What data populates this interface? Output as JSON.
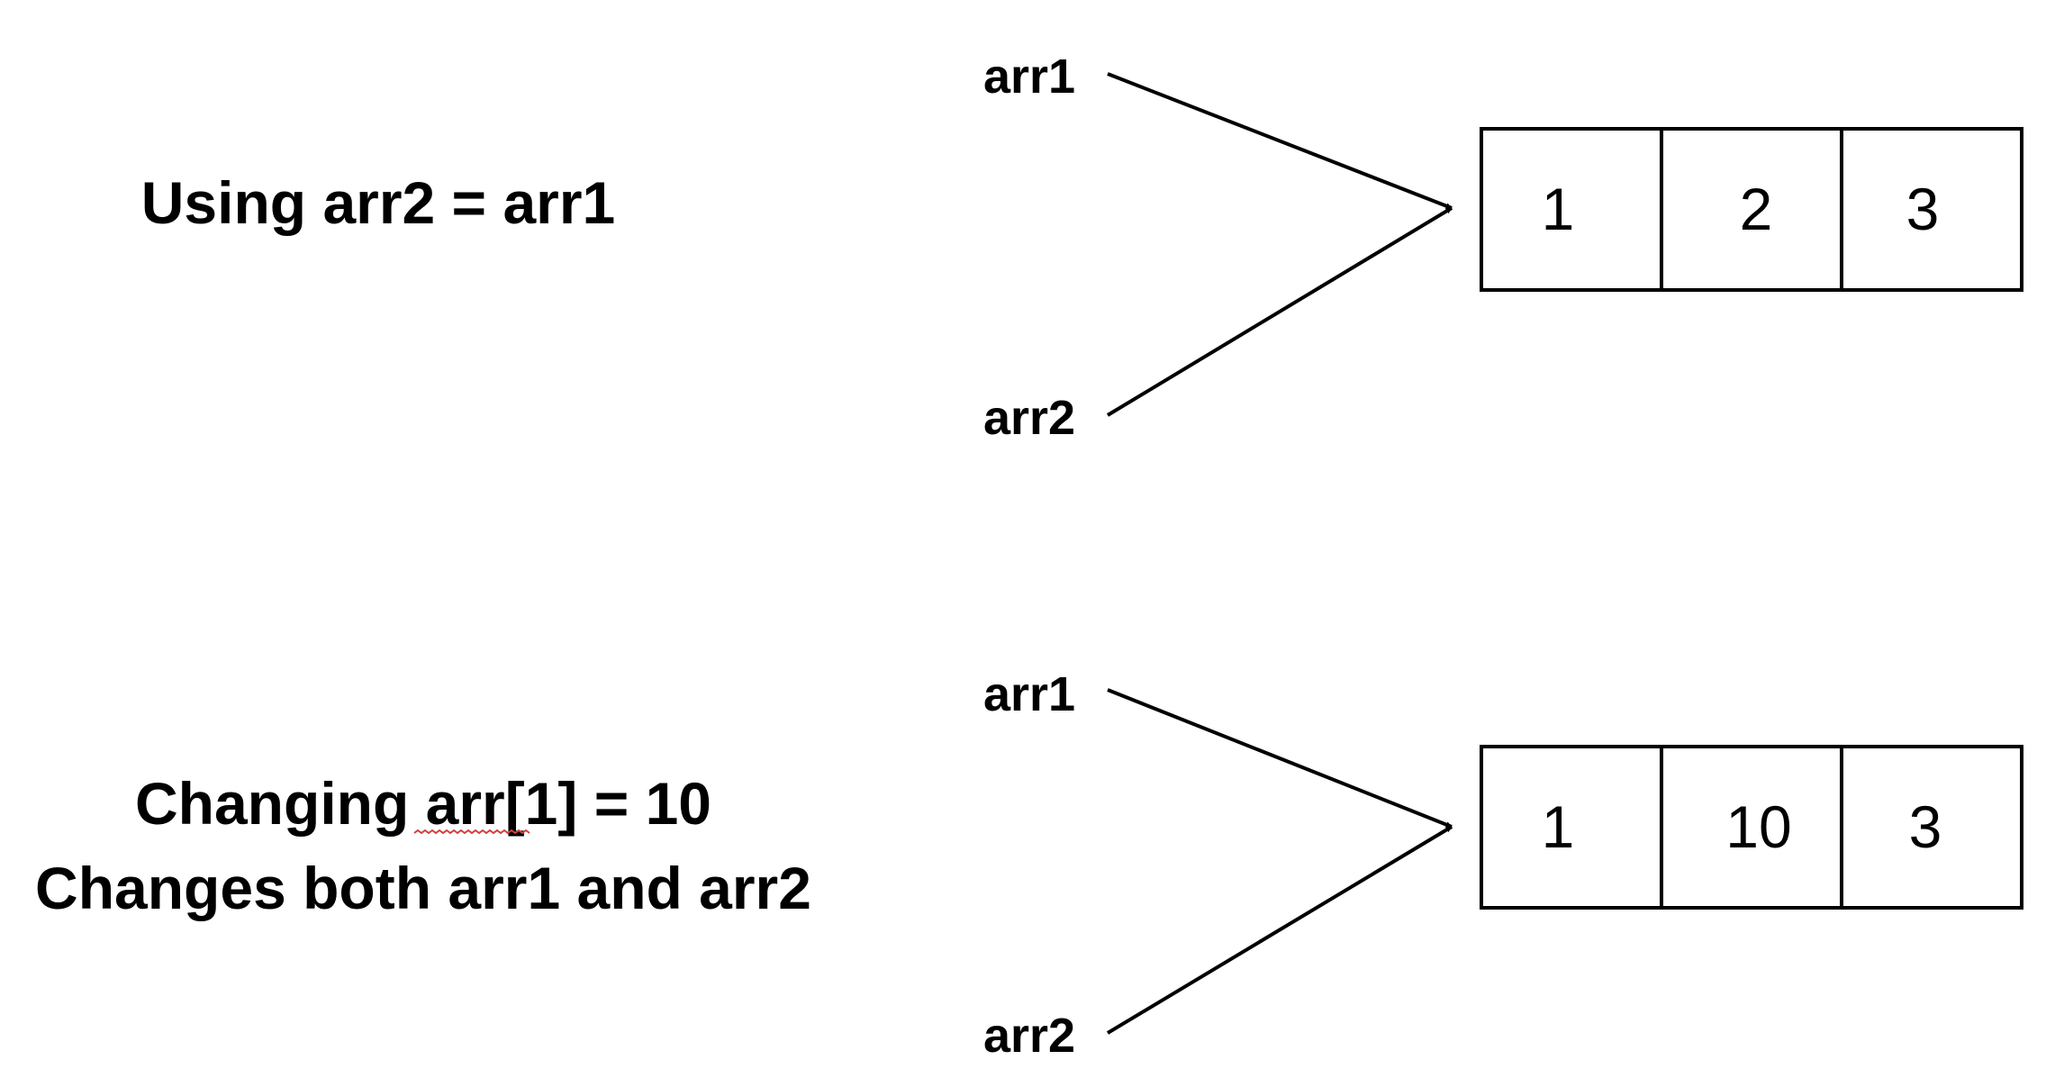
{
  "panels": [
    {
      "caption_lines": [
        "Using arr2 = arr1"
      ],
      "pointer_a": "arr1",
      "pointer_b": "arr2",
      "cells": [
        "1",
        "2",
        "3"
      ]
    },
    {
      "caption_lines": [
        "Changing arr[1] = 10",
        "Changes both arr1 and arr2"
      ],
      "pointer_a": "arr1",
      "pointer_b": "arr2",
      "cells": [
        "1",
        "10",
        "3"
      ]
    }
  ],
  "colors": {
    "ink": "#000000",
    "background": "#ffffff",
    "spellcheck_underline": "#d04040"
  }
}
